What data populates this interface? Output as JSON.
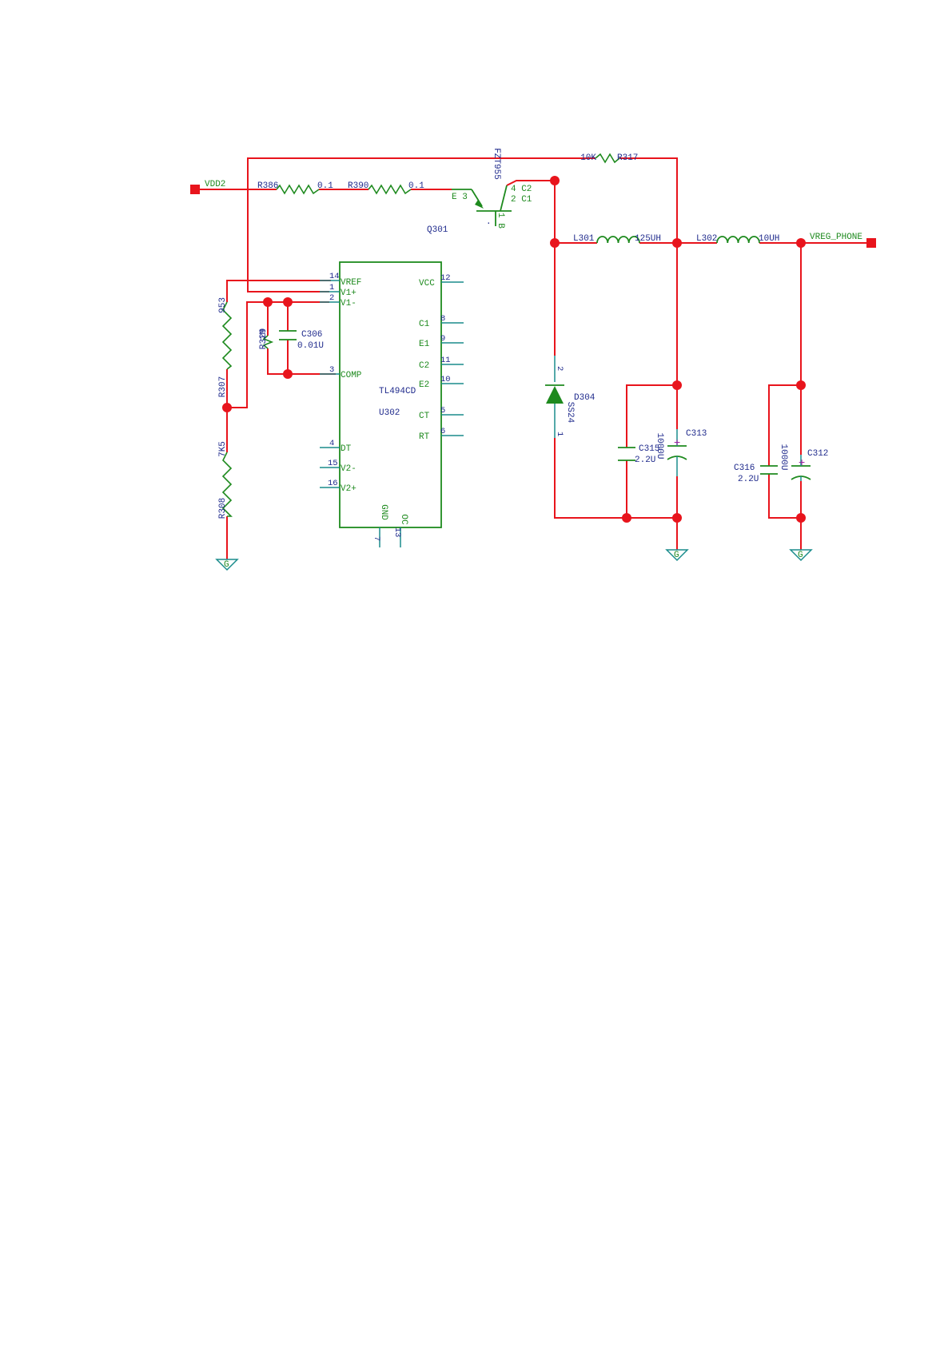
{
  "nets": {
    "vdd2": "VDD2",
    "vreg_phone": "VREG_PHONE",
    "gnd": "G"
  },
  "resistors": {
    "r386": {
      "ref": "R386",
      "value": "0.1"
    },
    "r390": {
      "ref": "R390",
      "value": "0.1"
    },
    "r317": {
      "ref": "R317",
      "value": "10K"
    },
    "r307": {
      "ref": "R307",
      "value": "953"
    },
    "r308": {
      "ref": "R308",
      "value": "7K5"
    },
    "r329": {
      "ref": "R329",
      "value": "1M"
    }
  },
  "transistor": {
    "ref": "Q301",
    "part": "FZT955",
    "pin_e": "E 3",
    "pin_b": "1 B",
    "pin_c1": "4 C2",
    "pin_c2": "2 C1",
    "dot": "."
  },
  "inductors": {
    "l301": {
      "ref": "L301",
      "value": "125UH"
    },
    "l302": {
      "ref": "L302",
      "value": "10UH"
    }
  },
  "diode": {
    "ref": "D304",
    "part": "SS24",
    "pin_a": "2",
    "pin_k": "1"
  },
  "capacitors": {
    "c306": {
      "ref": "C306",
      "value": "0.01U"
    },
    "c315": {
      "ref": "C315",
      "value": "2.2U"
    },
    "c313": {
      "ref": "C313",
      "value": "1000U"
    },
    "c316": {
      "ref": "C316",
      "value": "2.2U"
    },
    "c312": {
      "ref": "C312",
      "value": "1000U"
    },
    "plus": "+"
  },
  "ic": {
    "part": "TL494CD",
    "ref": "U302",
    "pins": [
      {
        "num": "14",
        "name": "VREF"
      },
      {
        "num": "1",
        "name": "V1+"
      },
      {
        "num": "2",
        "name": "V1-"
      },
      {
        "num": "3",
        "name": "COMP"
      },
      {
        "num": "4",
        "name": "DT"
      },
      {
        "num": "15",
        "name": "V2-"
      },
      {
        "num": "16",
        "name": "V2+"
      },
      {
        "num": "12",
        "name": "VCC"
      },
      {
        "num": "8",
        "name": "C1"
      },
      {
        "num": "9",
        "name": "E1"
      },
      {
        "num": "11",
        "name": "C2"
      },
      {
        "num": "10",
        "name": "E2"
      },
      {
        "num": "5",
        "name": "CT"
      },
      {
        "num": "6",
        "name": "RT"
      },
      {
        "num": "7",
        "name": "GND"
      },
      {
        "num": "13",
        "name": "OC"
      }
    ]
  }
}
